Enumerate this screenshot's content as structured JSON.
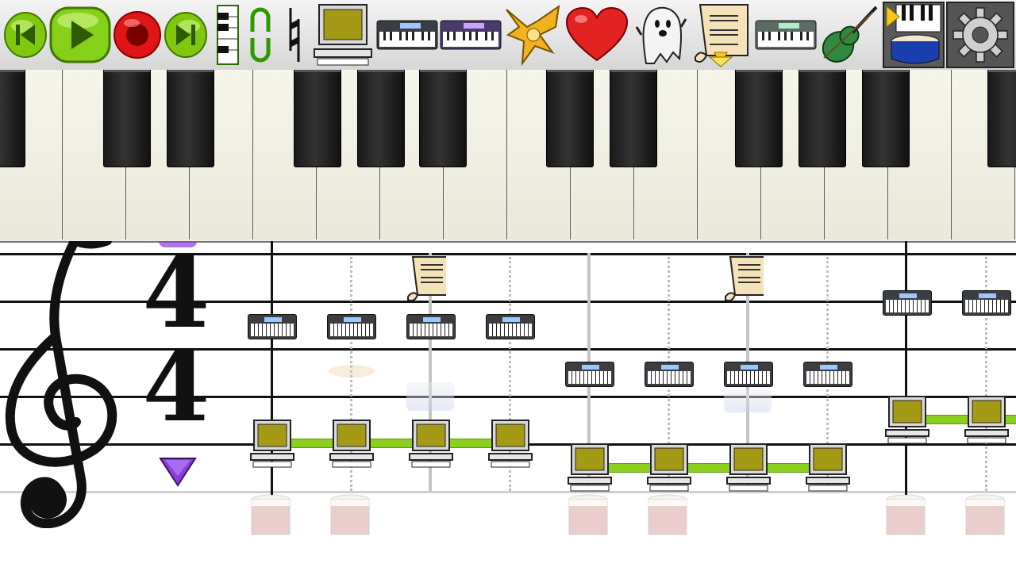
{
  "app": {
    "name": "music sequencer"
  },
  "toolbar": {
    "items": [
      {
        "name": "rewind-button",
        "icon": "skip-back-icon"
      },
      {
        "name": "play-button",
        "icon": "play-icon"
      },
      {
        "name": "record-button",
        "icon": "record-icon"
      },
      {
        "name": "forward-button",
        "icon": "skip-forward-icon"
      },
      {
        "name": "keyboard-view-button",
        "icon": "mini-keyboard-icon"
      },
      {
        "name": "loop-button",
        "icon": "loop-icon"
      },
      {
        "name": "natural-button",
        "icon": "natural-sign-icon"
      },
      {
        "name": "instrument-computer-button",
        "icon": "computer-icon"
      },
      {
        "name": "instrument-synth-button",
        "icon": "synth-icon"
      },
      {
        "name": "instrument-synth2-button",
        "icon": "synth-purple-icon"
      },
      {
        "name": "instrument-trumpet-button",
        "icon": "trumpet-icon"
      },
      {
        "name": "instrument-heart-button",
        "icon": "heart-icon"
      },
      {
        "name": "instrument-ghost-button",
        "icon": "ghost-icon"
      },
      {
        "name": "instrument-scroll-button",
        "icon": "scroll-icon"
      },
      {
        "name": "instrument-synth3-button",
        "icon": "synth-green-icon"
      },
      {
        "name": "instrument-violin-button",
        "icon": "violin-icon"
      },
      {
        "name": "drum-keyboard-toggle",
        "icon": "piano-drum-icon"
      },
      {
        "name": "settings-button",
        "icon": "gear-icon"
      }
    ]
  },
  "staff": {
    "time_signature": {
      "top": "4",
      "bottom": "4"
    },
    "clef": "treble-clef-icon"
  },
  "colors": {
    "toolbar_green": "#8ad11a",
    "record_red": "#e01616",
    "heart_red": "#e32222",
    "tie_green": "#8ccf1c",
    "gem_purple": "#8a3fd6"
  }
}
